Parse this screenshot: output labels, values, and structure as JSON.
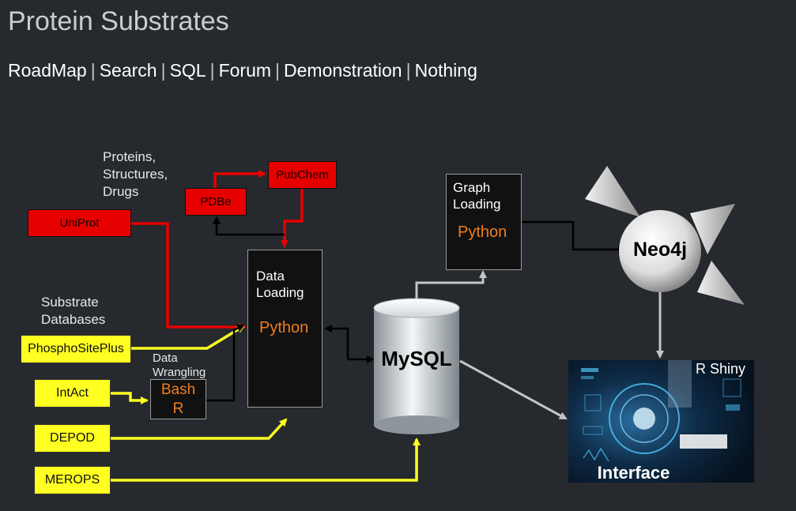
{
  "page": {
    "title": "Protein Substrates"
  },
  "nav": {
    "links": [
      "RoadMap",
      "Search",
      "SQL",
      "Forum",
      "Demonstration",
      "Nothing"
    ],
    "separator": "|"
  },
  "diagram": {
    "labels": {
      "proteins_structures_drugs": "Proteins,\nStructures,\nDrugs",
      "substrate_databases": "Substrate\nDatabases",
      "data_wrangling": "Data\nWrangling"
    },
    "red_sources": {
      "uniprot": "UniProt",
      "pdbe": "PDBe",
      "pubchem": "PubChem"
    },
    "yellow_sources": {
      "phosphositeplus": "PhosphoSitePlus",
      "intact": "IntAct",
      "depod": "DEPOD",
      "merops": "MEROPS"
    },
    "bash_box": {
      "line1": "Bash",
      "line2": "R"
    },
    "data_loading_box": {
      "title": "Data\nLoading",
      "lang": "Python"
    },
    "graph_loading_box": {
      "title": "Graph\nLoading",
      "lang": "Python"
    },
    "mysql": {
      "label": "MySQL"
    },
    "neo4j": {
      "label": "Neo4j"
    },
    "rshiny": {
      "title": "R Shiny",
      "caption": "Interface"
    }
  },
  "colors": {
    "background": "#26292d",
    "red_flow": "#e60000",
    "yellow_flow": "#ffff22",
    "black_flow": "#000000",
    "grey_flow": "#bdbdbd",
    "python_orange": "#f07e1e"
  }
}
